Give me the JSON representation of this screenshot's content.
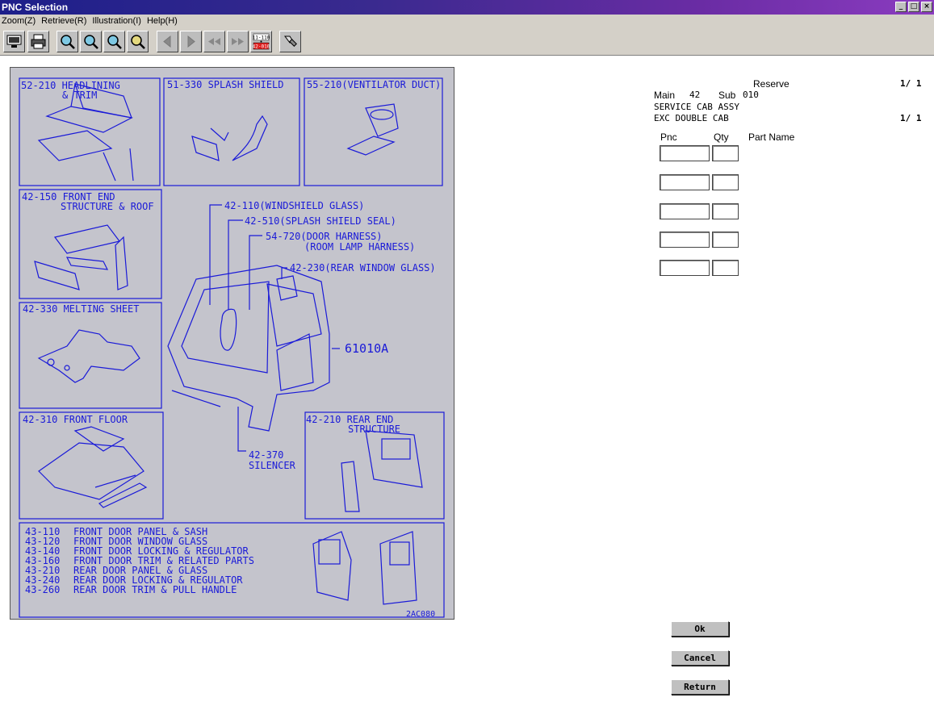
{
  "window": {
    "title": "PNC Selection"
  },
  "menu": {
    "items": [
      "Zoom(Z)",
      "Retrieve(R)",
      "Illustration(I)",
      "Help(H)"
    ]
  },
  "toolbar": {
    "counter_top": "11-110",
    "counter_bottom": "42-010"
  },
  "illustration": {
    "sections": {
      "s1a": "52-210 HEADLINING",
      "s1b": "& TRIM",
      "s2": "51-330 SPLASH SHIELD",
      "s3": "55-210(VENTILATOR DUCT)",
      "s4a": "42-150 FRONT END",
      "s4b": "STRUCTURE & ROOF",
      "s5": "42-330 MELTING SHEET",
      "s6": "42-310 FRONT FLOOR",
      "s7a": "42-210 REAR END",
      "s7b": "STRUCTURE"
    },
    "callouts": {
      "c1": "42-110(WINDSHIELD GLASS)",
      "c2": "42-510(SPLASH SHIELD SEAL)",
      "c3a": "54-720(DOOR HARNESS)",
      "c3b": "(ROOM LAMP HARNESS)",
      "c4": "42-230(REAR WINDOW GLASS)",
      "c5": "61010A",
      "c6a": "42-370",
      "c6b": "SILENCER"
    },
    "door_parts": [
      {
        "code": "43-110",
        "name": "FRONT DOOR PANEL & SASH"
      },
      {
        "code": "43-120",
        "name": "FRONT DOOR WINDOW GLASS"
      },
      {
        "code": "43-140",
        "name": "FRONT DOOR LOCKING & REGULATOR"
      },
      {
        "code": "43-160",
        "name": "FRONT DOOR TRIM & RELATED PARTS"
      },
      {
        "code": "43-210",
        "name": "REAR DOOR PANEL & GLASS"
      },
      {
        "code": "43-240",
        "name": "REAR DOOR LOCKING & REGULATOR"
      },
      {
        "code": "43-260",
        "name": "REAR DOOR TRIM & PULL HANDLE"
      }
    ],
    "drawing_id": "2AC080"
  },
  "info": {
    "reserve": "Reserve",
    "page1": "1/ 1",
    "main_label": "Main",
    "main_value": "42",
    "sub_label": "Sub",
    "sub_value": "010",
    "line1": "SERVICE CAB ASSY",
    "line2": "EXC DOUBLE CAB",
    "page2": "1/ 1"
  },
  "form": {
    "col_pnc": "Pnc",
    "col_qty": "Qty",
    "col_part": "Part Name",
    "rows": 5
  },
  "buttons": {
    "ok": "Ok",
    "cancel": "Cancel",
    "return": "Return"
  }
}
